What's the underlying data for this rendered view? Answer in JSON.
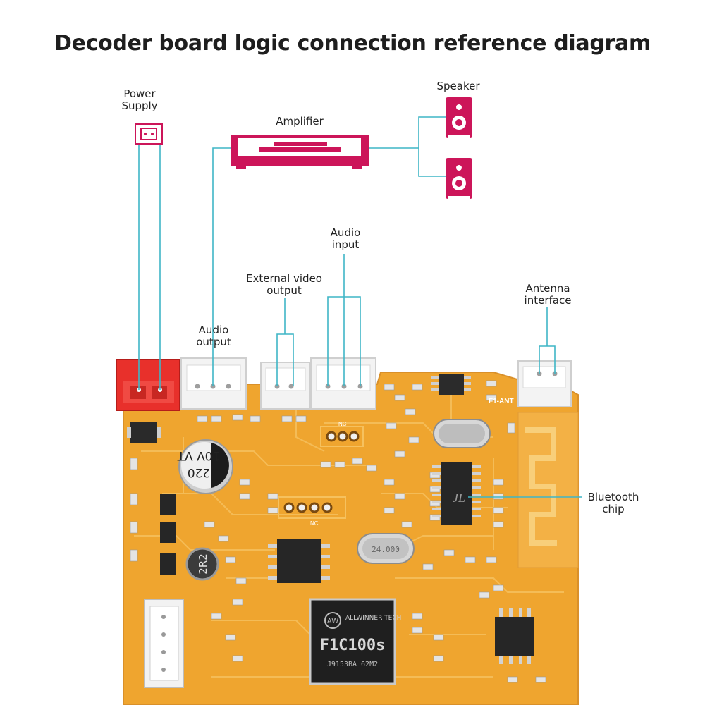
{
  "title": "Decoder board logic connection reference diagram",
  "labels": {
    "power_supply": "Power Supply",
    "speaker": "Speaker",
    "amplifier": "Amplifier",
    "audio_input": "Audio input",
    "external_video_output": "External video output",
    "antenna_interface": "Antenna interface",
    "audio_output": "Audio output",
    "bluetooth_chip": "Bluetooth chip"
  },
  "board_markings": {
    "main_chip_brand": "ALLWINNER TECH",
    "main_chip_model": "F1C100s",
    "main_chip_code": "J9153BA  62M2",
    "capacitor_value": "220",
    "capacitor_voltage": "10V VT",
    "inductor": "2R2",
    "crystal": "24.000",
    "nc_1": "NC",
    "nc_2": "NC",
    "ant_label": "F1-ANT"
  },
  "colors": {
    "accent": "#cc1559",
    "line": "#3fb6c6",
    "pcb": "#efa52f",
    "title": "#1e1e1e"
  }
}
